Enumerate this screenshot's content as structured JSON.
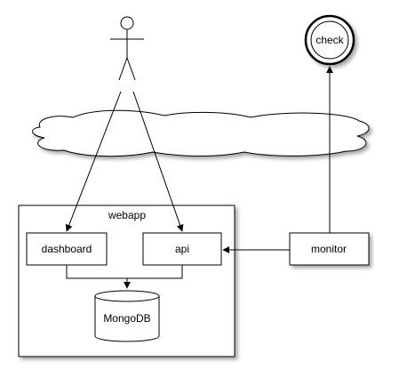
{
  "nodes": {
    "webapp": {
      "label": "webapp"
    },
    "dashboard": {
      "label": "dashboard"
    },
    "api": {
      "label": "api"
    },
    "mongodb": {
      "label": "MongoDB"
    },
    "monitor": {
      "label": "monitor"
    },
    "check": {
      "label": "check"
    }
  },
  "colors": {
    "stroke": "#000000",
    "fill": "#ffffff",
    "shadow": "#b8b8b8"
  }
}
